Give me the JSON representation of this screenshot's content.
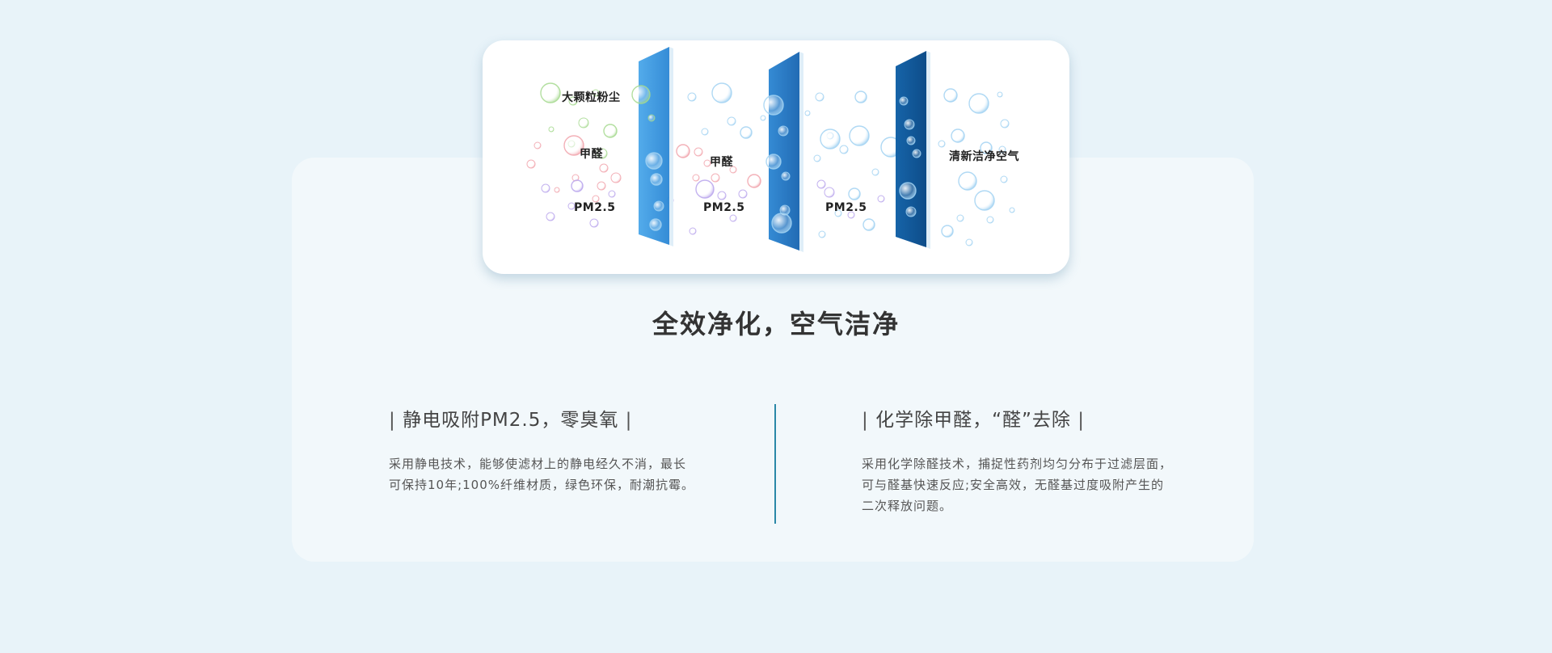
{
  "diagram": {
    "labels": {
      "dust": "大颗粒粉尘",
      "formaldehyde_1": "甲醛",
      "formaldehyde_2": "甲醛",
      "pm_1": "PM2.5",
      "pm_2": "PM2.5",
      "pm_3": "PM2.5",
      "clean_air": "清新洁净空气"
    },
    "colors": {
      "filter_1": "#3a9ae0",
      "filter_2": "#1d73c4",
      "filter_3": "#0a5497",
      "bubble_green": "#a6d98f",
      "bubble_pink": "#f1a3ab",
      "bubble_purple": "#b9a4ec",
      "bubble_blue": "#a2d2f2"
    }
  },
  "headline": "全效净化，空气洁净",
  "features": [
    {
      "title": "静电吸附PM2.5，零臭氧",
      "lines": [
        "采用静电技术，能够使滤材上的静电经久不消，最长",
        "可保持10年;100%纤维材质，绿色环保，耐潮抗霉。"
      ]
    },
    {
      "title": "化学除甲醛，“醛”去除",
      "lines": [
        "采用化学除醛技术，捕捉性药剂均匀分布于过滤层面，",
        "可与醛基快速反应;安全高效，无醛基过度吸附产生的",
        "二次释放问题。"
      ]
    }
  ],
  "bar_glyph": "|"
}
